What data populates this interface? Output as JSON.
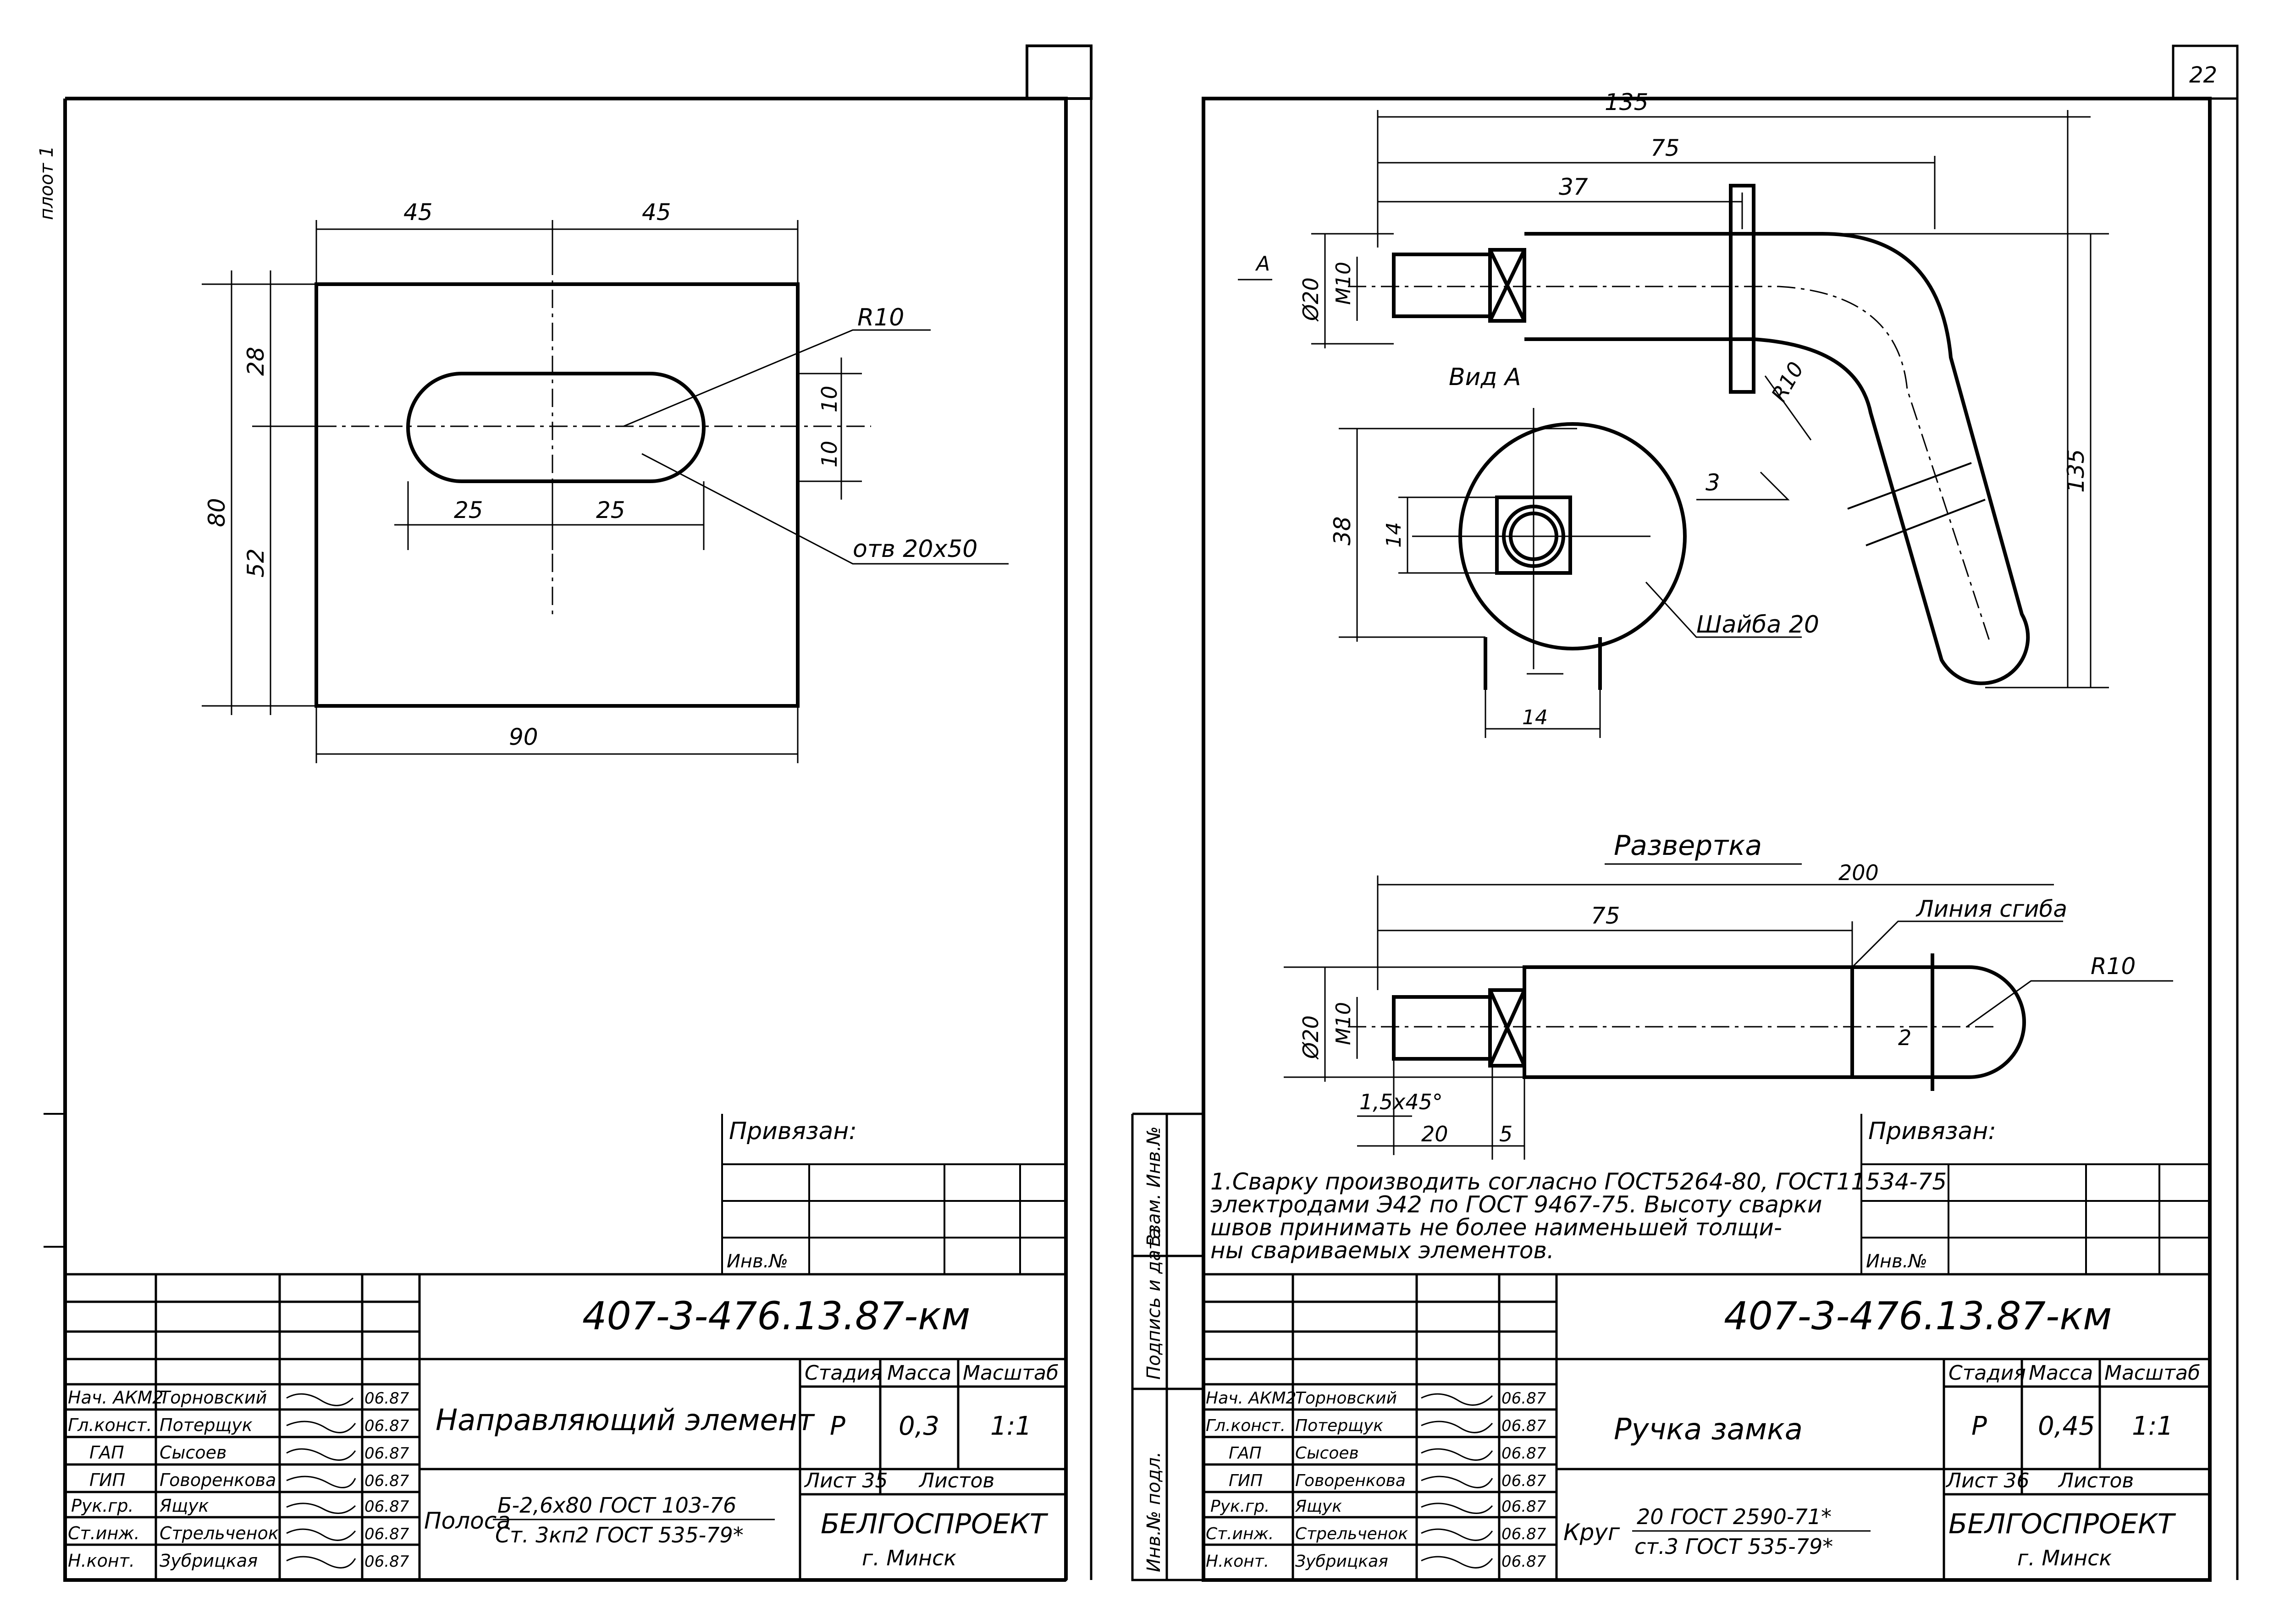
{
  "left_sheet": {
    "margin_note": "плоот 1",
    "dims": {
      "top_a": "45",
      "top_b": "45",
      "bottom": "90",
      "left_total": "80",
      "upper": "28",
      "lower": "52",
      "half_a": "25",
      "half_b": "25",
      "right_a": "10",
      "right_b": "10"
    },
    "callouts": {
      "radius": "R10",
      "hole": "отв 20х50"
    },
    "privyazan": "Привязан:",
    "inv": "Инв.№",
    "designation": "407-3-476.13.87-км",
    "title": "Направляющий элемент",
    "headers": {
      "stage": "Стадия",
      "mass": "Масса",
      "scale": "Масштаб"
    },
    "values": {
      "stage": "Р",
      "mass": "0,3",
      "scale": "1:1"
    },
    "sheet_label": "Лист 35",
    "sheets_label": "Листов",
    "org": "БЕЛГОСПРОЕКТ",
    "city": "г. Минск",
    "material_prefix": "Полоса",
    "material_num": "Б-2,6х80 ГОСТ 103-76",
    "material_den": "Ст. 3кп2 ГОСТ 535-79*",
    "stamp_rows": [
      {
        "role": "Нач. АКМ2",
        "name": "Торновский",
        "date": "06.87"
      },
      {
        "role": "Гл.конст.",
        "name": "Потерщук",
        "date": "06.87"
      },
      {
        "role": "ГАП",
        "name": "Сысоев",
        "date": "06.87"
      },
      {
        "role": "ГИП",
        "name": "Говоренкова",
        "date": "06.87"
      },
      {
        "role": "Рук.гр.",
        "name": "Ящук",
        "date": "06.87"
      },
      {
        "role": "Ст.инж.",
        "name": "Стрельченок",
        "date": "06.87"
      },
      {
        "role": "Н.конт.",
        "name": "Зубрицкая",
        "date": "06.87"
      }
    ]
  },
  "right_sheet": {
    "page_number": "22",
    "dims": {
      "d135": "135",
      "d75": "75",
      "d37": "37",
      "phi20": "Ø20",
      "m10": "М10",
      "arrow_a": "А",
      "r10": "R10",
      "weld": "3",
      "vert135": "135",
      "d38": "38",
      "d14v": "14",
      "d14h": "14"
    },
    "view_a": "Вид А",
    "washer": "Шайба 20",
    "unfold_title": "Развертка",
    "unfold": {
      "d200": "200",
      "d75": "75",
      "bend_line": "Линия сгиба",
      "r10": "R10",
      "phi20": "Ø20",
      "m10": "М10",
      "chamfer": "1,5х45°",
      "d20": "20",
      "d5": "5",
      "two": "2"
    },
    "note_lines": [
      "1.Сварку производить согласно ГОСТ5264-80, ГОСТ11534-75",
      "электродами Э42 по ГОСТ 9467-75. Высоту сварки",
      "швов принимать не более наименьшей толщи-",
      "ны свариваемых элементов."
    ],
    "side_labels": {
      "a": "Взам. Инв.№",
      "b": "Подпись и дата",
      "c": "Инв.№ подл."
    },
    "privyazan": "Привязан:",
    "inv": "Инв.№",
    "designation": "407-3-476.13.87-км",
    "title": "Ручка замка",
    "headers": {
      "stage": "Стадия",
      "mass": "Масса",
      "scale": "Масштаб"
    },
    "values": {
      "stage": "Р",
      "mass": "0,45",
      "scale": "1:1"
    },
    "sheet_label": "Лист 36",
    "sheets_label": "Листов",
    "org": "БЕЛГОСПРОЕКТ",
    "city": "г. Минск",
    "material_prefix": "Круг",
    "material_num": "20 ГОСТ 2590-71*",
    "material_den": "ст.3 ГОСТ 535-79*",
    "stamp_rows": [
      {
        "role": "Нач. АКМ2",
        "name": "Торновский",
        "date": "06.87"
      },
      {
        "role": "Гл.конст.",
        "name": "Потерщук",
        "date": "06.87"
      },
      {
        "role": "ГАП",
        "name": "Сысоев",
        "date": "06.87"
      },
      {
        "role": "ГИП",
        "name": "Говоренкова",
        "date": "06.87"
      },
      {
        "role": "Рук.гр.",
        "name": "Ящук",
        "date": "06.87"
      },
      {
        "role": "Ст.инж.",
        "name": "Стрельченок",
        "date": "06.87"
      },
      {
        "role": "Н.конт.",
        "name": "Зубрицкая",
        "date": "06.87"
      }
    ]
  }
}
